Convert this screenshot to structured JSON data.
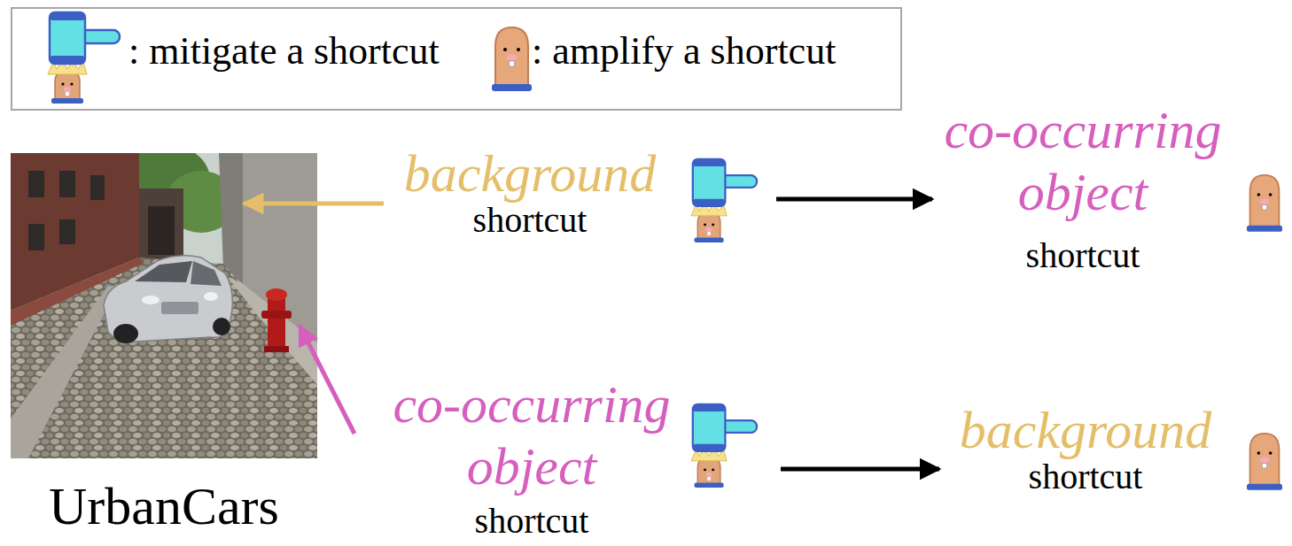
{
  "diagram": {
    "nodes": [
      {
        "text": [
          "UrbanCars"
        ]
      },
      {
        "text": [
          "background",
          "shortcut"
        ]
      },
      {
        "text": [
          "co-occurring object",
          "shortcut"
        ]
      },
      {
        "text": [
          "co-occurring object",
          "shortcut"
        ]
      },
      {
        "text": [
          "background",
          "shortcut"
        ]
      }
    ],
    "edges": [
      {
        "from": 1,
        "to": 0,
        "arrow": "to"
      },
      {
        "from": 1,
        "to": 2,
        "arrow": "to"
      },
      {
        "from": 3,
        "to": 0,
        "arrow": "to"
      },
      {
        "from": 3,
        "to": 4,
        "arrow": "to"
      }
    ],
    "legend": [
      {
        "text": ": mitigate a shortcut"
      },
      {
        "text": ": amplify a shortcut"
      }
    ]
  }
}
